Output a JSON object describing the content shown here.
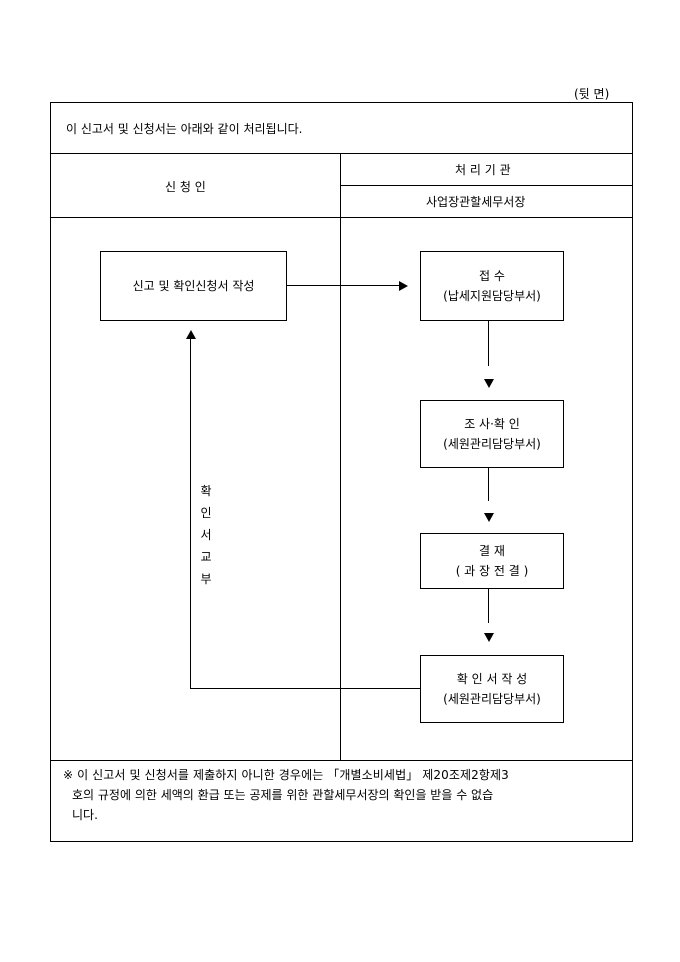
{
  "page_label": "(뒷 면)",
  "intro": "이 신고서 및 신청서는 아래와 같이 처리됩니다.",
  "header": {
    "applicant": "신 청 인",
    "agency": "처 리 기 관",
    "office": "사업장관할세무서장"
  },
  "flow": {
    "apply": "신고 및 확인신청서 작성",
    "receive_title": "접 수",
    "receive_dept": "(납세지원담당부서)",
    "check_title": "조 사·확 인",
    "check_dept": "(세원관리담당부서)",
    "approve_title": "결 재",
    "approve_dept": "( 과 장 전 결 )",
    "confirm_title": "확 인 서 작 성",
    "confirm_dept": "(세원관리담당부서)",
    "delivery_chars": [
      "확",
      "인",
      "서",
      "교",
      "부"
    ]
  },
  "footnote": {
    "line1": "※ 이 신고서 및 신청서를 제출하지 아니한 경우에는 「개별소비세법」 제20조제2항제3",
    "line2": "호의 규정에 의한 세액의 환급 또는 공제를 위한 관할세무서장의 확인을 받을 수 없습",
    "line3": "니다."
  }
}
